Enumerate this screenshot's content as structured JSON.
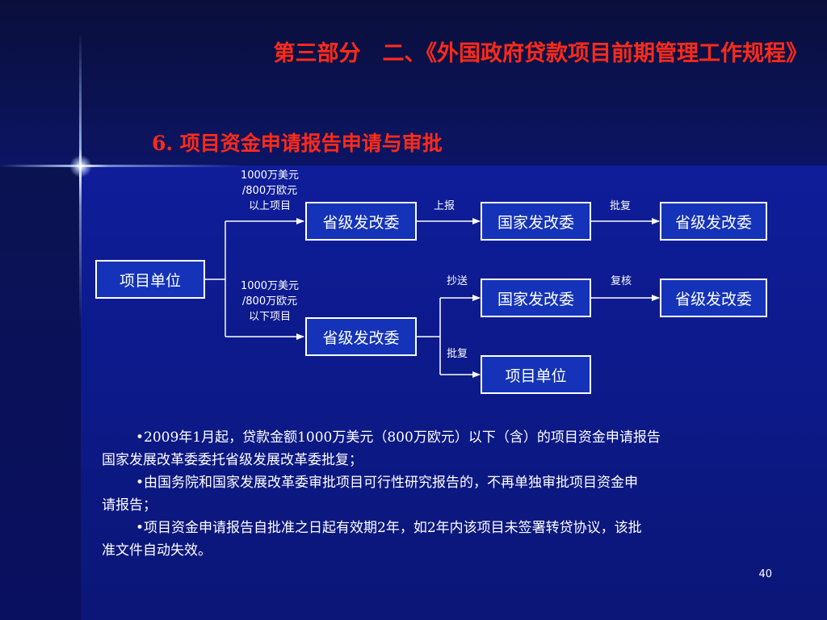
{
  "slide": {
    "title": "第三部分　二、《外国政府贷款项目前期管理工作规程》",
    "subtitle": "6. 项目资金申请报告申请与审批",
    "page_number": "40"
  },
  "diagram": {
    "nodes": {
      "project_unit_left": "项目单位",
      "prov_upper": "省级发改委",
      "national_upper": "国家发改委",
      "prov_upper_right": "省级发改委",
      "prov_lower": "省级发改委",
      "national_lower": "国家发改委",
      "prov_lower_right": "省级发改委",
      "project_unit_bottom": "项目单位"
    },
    "labels": {
      "above_line1": "1000万美元",
      "above_line2": "/800万欧元",
      "above_line3": "以上项目",
      "below_line1": "1000万美元",
      "below_line2": "/800万欧元",
      "below_line3": "以下项目",
      "report_up": "上报",
      "approve_upper": "批复",
      "cc": "抄送",
      "review": "复核",
      "approve_lower": "批复"
    }
  },
  "body": {
    "para1_line1": "•2009年1月起，贷款金额1000万美元（800万欧元）以下（含）的项目资金申请报告",
    "para1_line2": "国家发展改革委委托省级发展改革委批复；",
    "para2_line1": "•由国务院和国家发展改革委审批项目可行性研究报告的，不再单独审批项目资金申",
    "para2_line2": "请报告；",
    "para3_line1": "•项目资金申请报告自批准之日起有效期2年，如2年内该项目未签署转贷协议，该批",
    "para3_line2": "准文件自动失效。"
  }
}
